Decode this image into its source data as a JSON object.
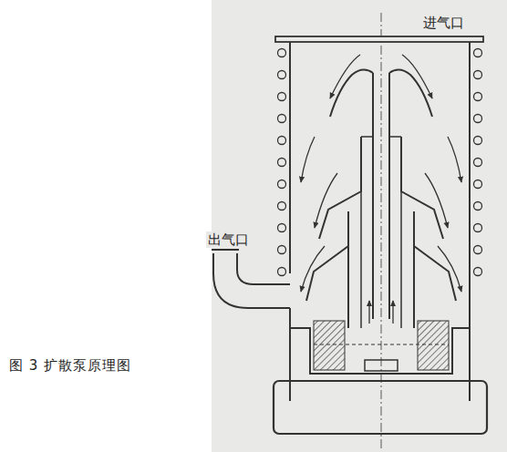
{
  "diagram": {
    "caption": "图 3 扩散泵原理图",
    "labels": [
      "进气口",
      "出气口"
    ]
  }
}
